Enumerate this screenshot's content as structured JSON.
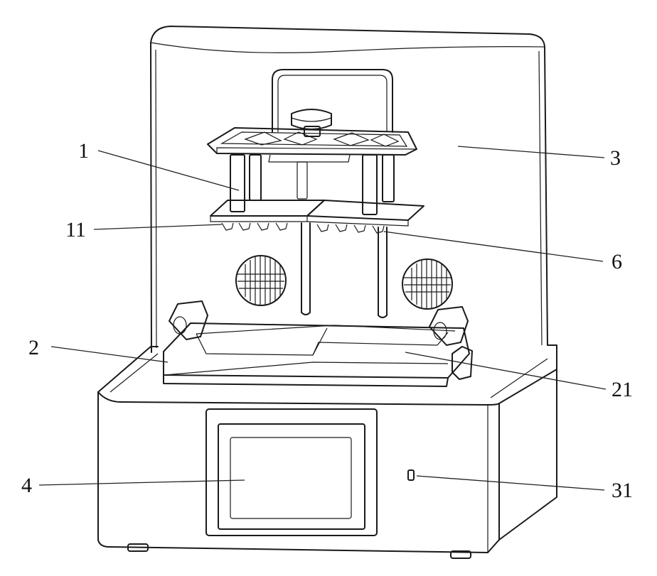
{
  "callouts": [
    {
      "id": "1",
      "text": "1"
    },
    {
      "id": "11",
      "text": "11"
    },
    {
      "id": "2",
      "text": "2"
    },
    {
      "id": "3",
      "text": "3"
    },
    {
      "id": "6",
      "text": "6"
    },
    {
      "id": "21",
      "text": "21"
    },
    {
      "id": "4",
      "text": "4"
    },
    {
      "id": "31",
      "text": "31"
    }
  ]
}
